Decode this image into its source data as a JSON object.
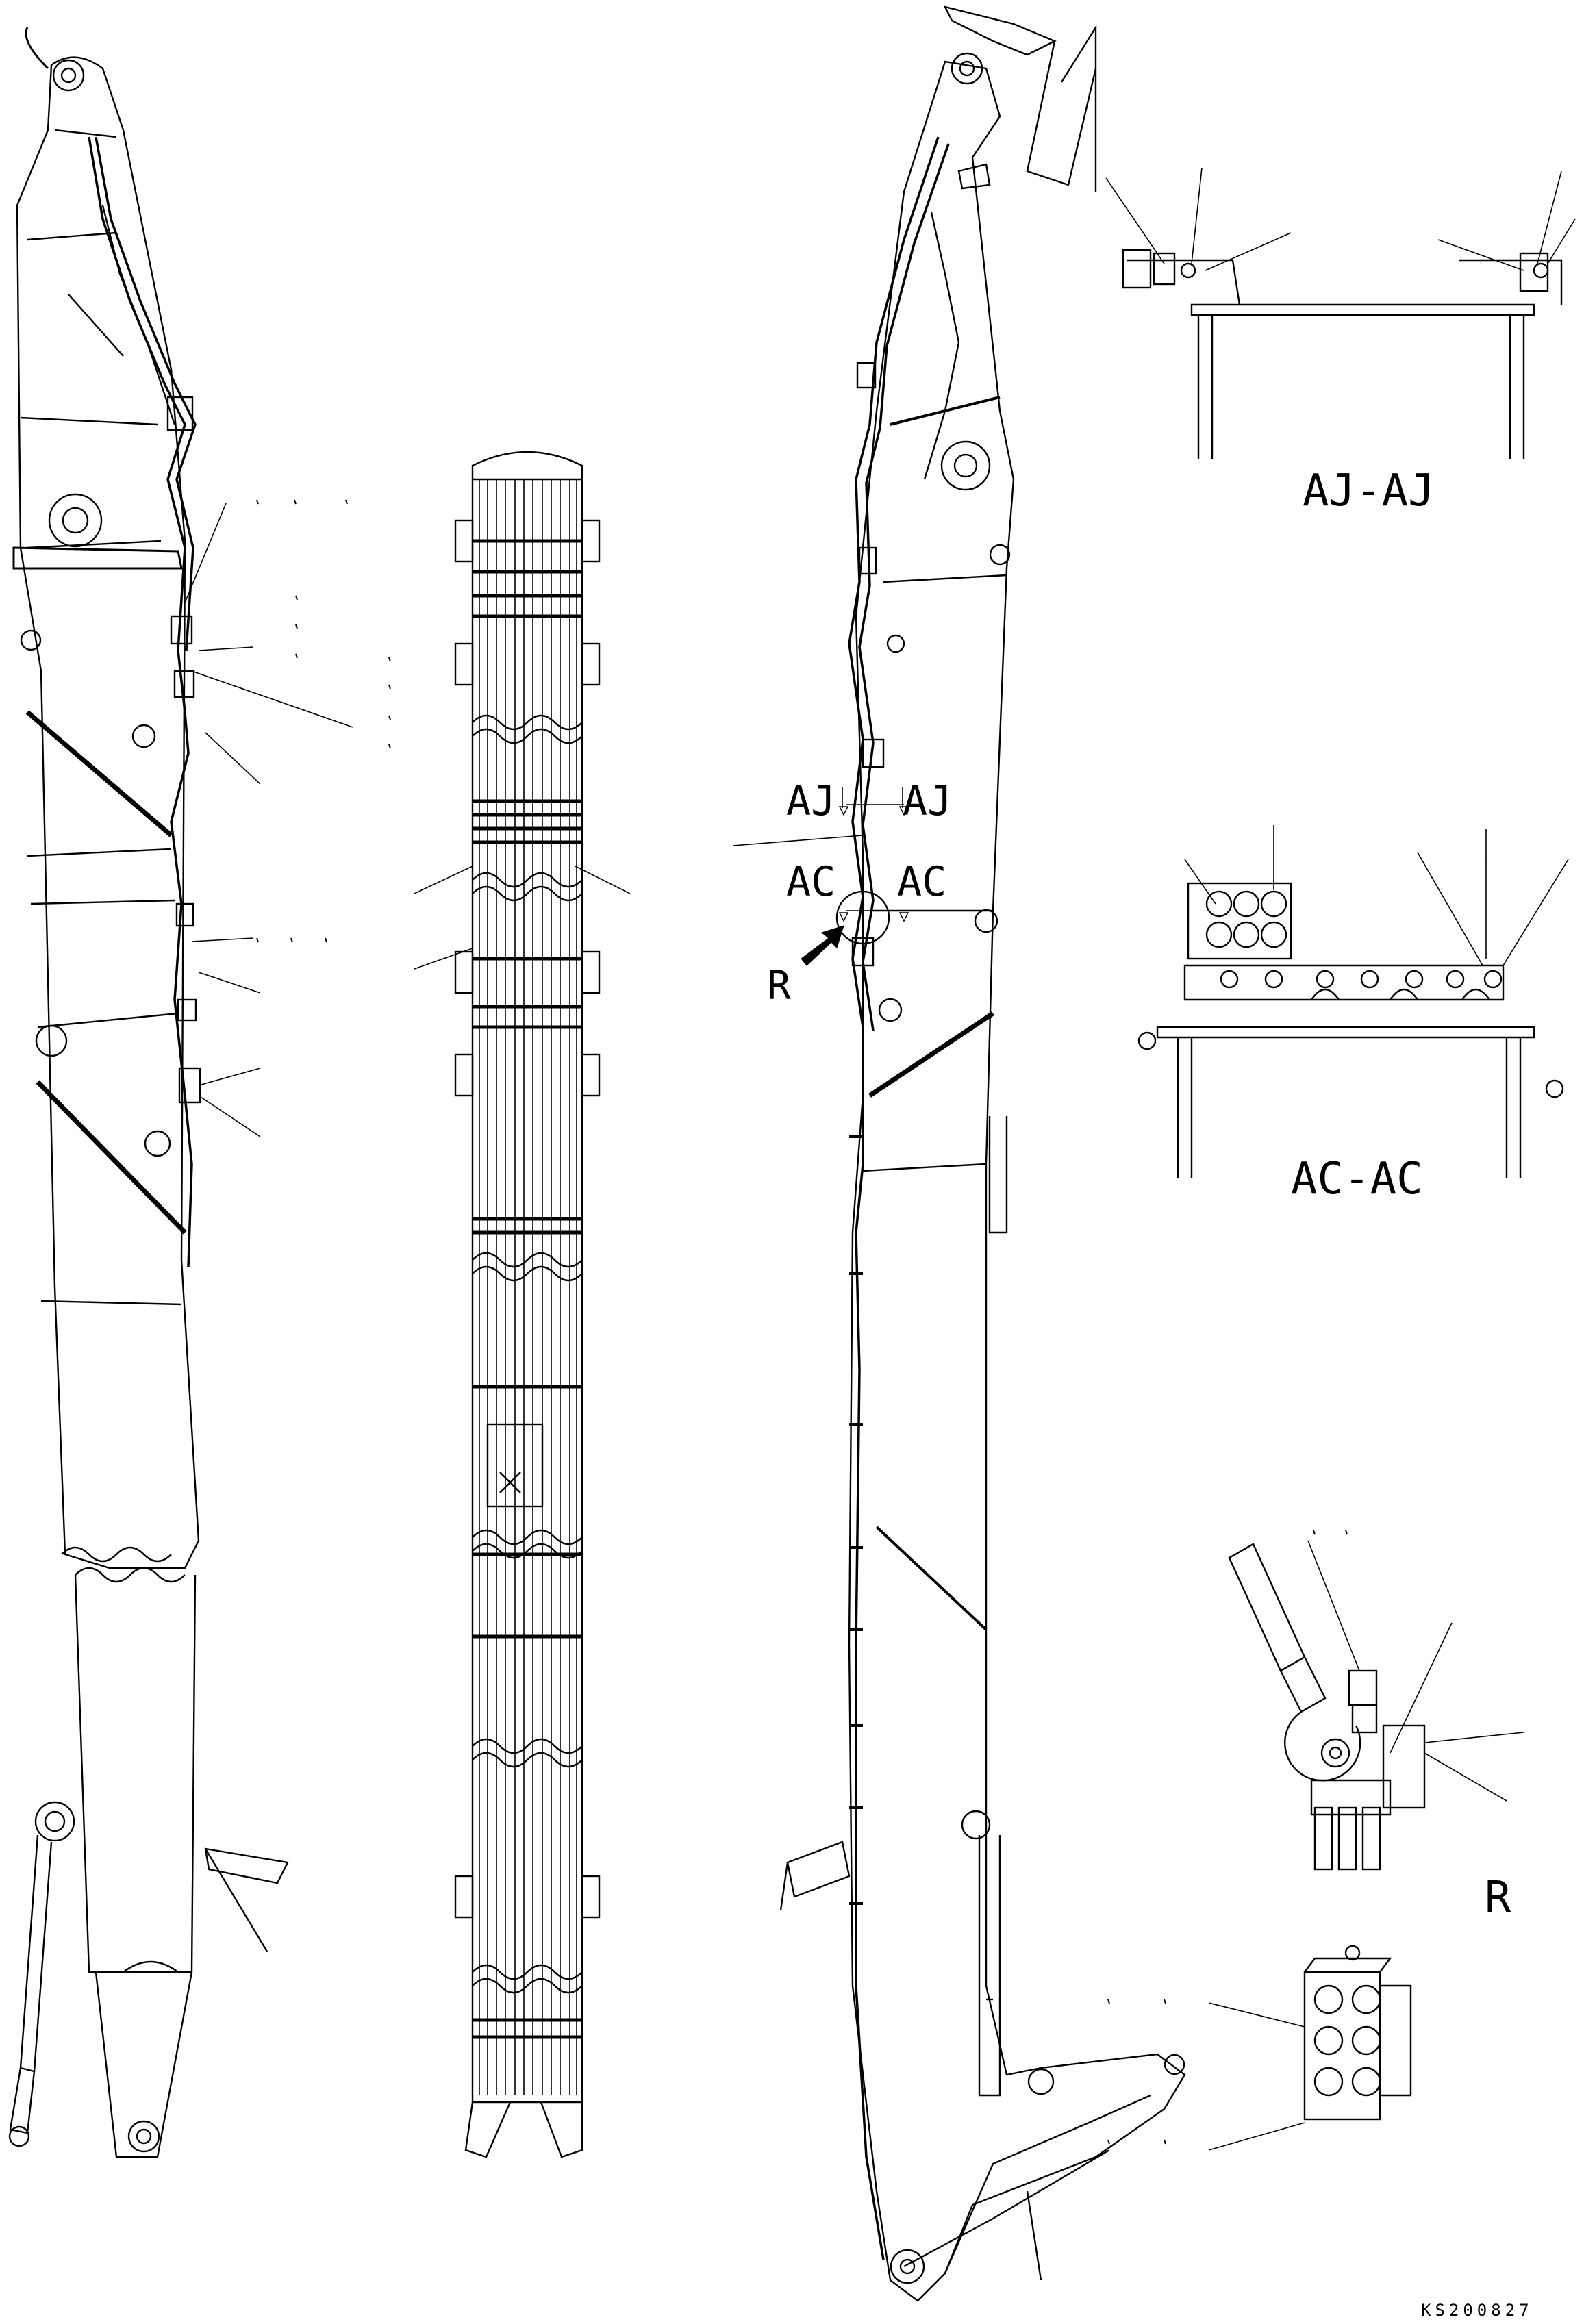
{
  "labels": {
    "section_aj_title": "AJ-AJ",
    "section_ac_title": "AC-AC",
    "detail_r_title": "R",
    "mark_aj_left": "AJ",
    "mark_aj_right": "AJ",
    "mark_ac_left": "AC",
    "mark_ac_right": "AC",
    "mark_r": "R",
    "drawing_code": "KS200827"
  },
  "icons": {
    "view_arrow": "view-direction-arrow-icon"
  },
  "colors": {
    "line": "#000000",
    "background": "#ffffff"
  }
}
